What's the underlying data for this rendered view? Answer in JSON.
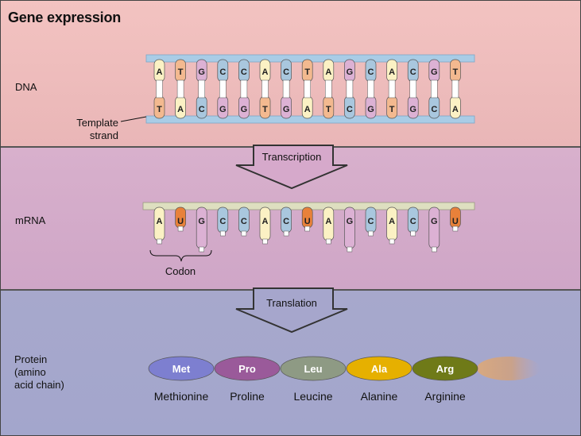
{
  "title": "Gene expression",
  "labels": {
    "dna": "DNA",
    "template_line1": "Template",
    "template_line2": "strand",
    "transcription": "Transcription",
    "mrna": "mRNA",
    "codon": "Codon",
    "translation": "Translation",
    "protein_line1": "Protein",
    "protein_line2": "(amino",
    "protein_line3": "acid chain)"
  },
  "dna_top": [
    "A",
    "T",
    "G",
    "C",
    "C",
    "A",
    "C",
    "T",
    "A",
    "G",
    "C",
    "A",
    "C",
    "G",
    "T"
  ],
  "dna_bottom": [
    "T",
    "A",
    "C",
    "G",
    "G",
    "T",
    "G",
    "A",
    "T",
    "C",
    "G",
    "T",
    "G",
    "C",
    "A"
  ],
  "mrna": [
    "A",
    "U",
    "G",
    "C",
    "C",
    "A",
    "C",
    "U",
    "A",
    "G",
    "C",
    "A",
    "C",
    "G",
    "U"
  ],
  "amino_acids": [
    {
      "abbr": "Met",
      "name": "Methionine",
      "color": "#7d7fd0"
    },
    {
      "abbr": "Pro",
      "name": "Proline",
      "color": "#9a5a9a"
    },
    {
      "abbr": "Leu",
      "name": "Leucine",
      "color": "#8e9a84"
    },
    {
      "abbr": "Ala",
      "name": "Alanine",
      "color": "#e6b000"
    },
    {
      "abbr": "Arg",
      "name": "Arginine",
      "color": "#6f7a18"
    }
  ],
  "base_colors": {
    "A": "#fbf1c4",
    "T": "#f3b98f",
    "U": "#e8813a",
    "G": "#dcb1d4",
    "C": "#a9c7de"
  },
  "backbone_color": "#a9cce6"
}
